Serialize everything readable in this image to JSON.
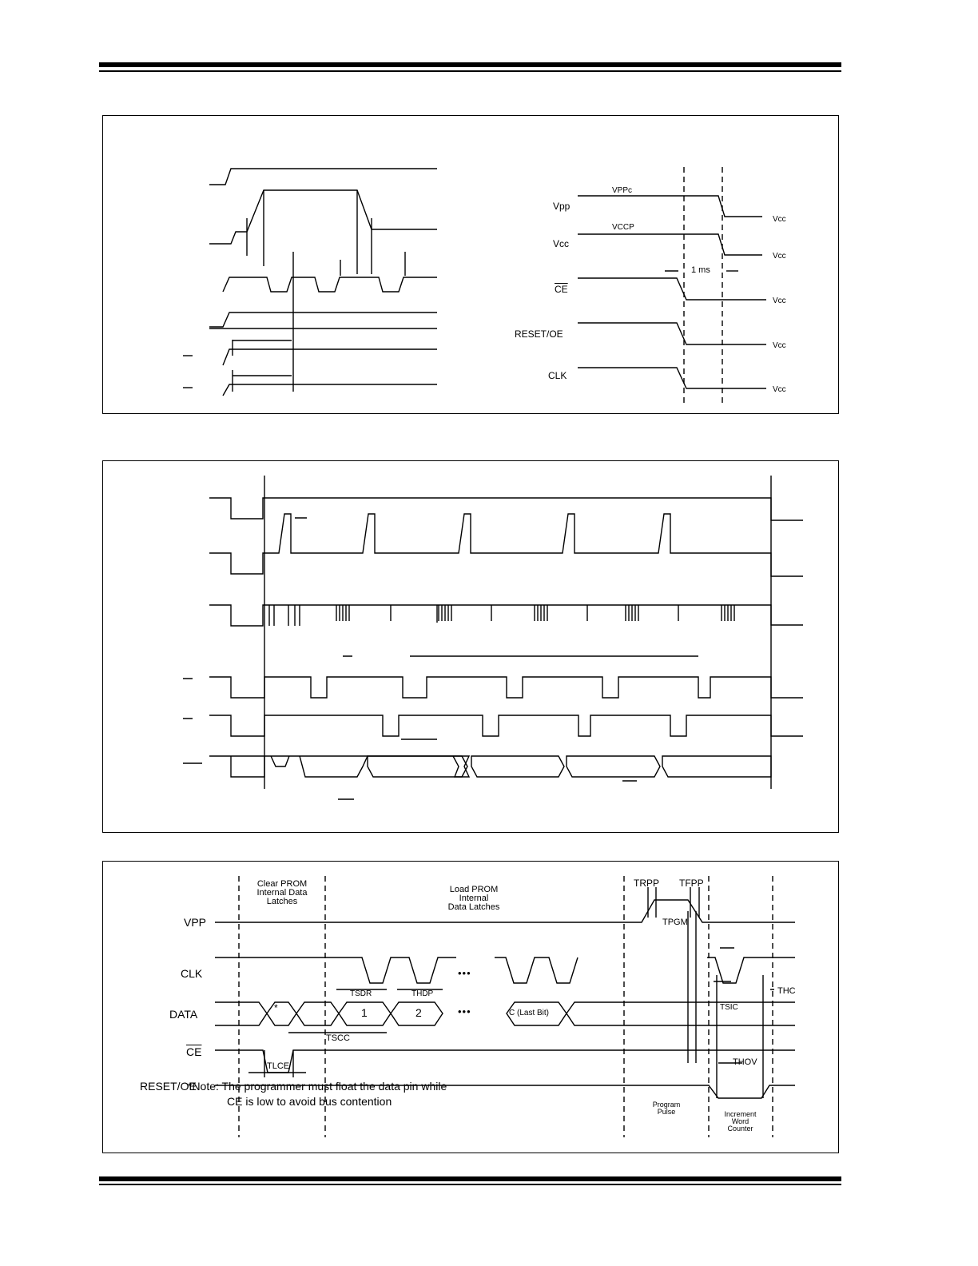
{
  "rules": {
    "top": "double",
    "bottom": "double"
  },
  "panel1": {
    "signals": [
      "Vpp",
      "Vcc",
      "CE",
      "RESET/OE",
      "CLK"
    ],
    "levels": {
      "vpp_high": "VPPc",
      "vcc_high": "VCCP",
      "low_level": "Vcc"
    },
    "delay_label": "1 ms"
  },
  "panel3": {
    "signals": [
      "VPP",
      "CLK",
      "DATA",
      "CE",
      "RESET/OE"
    ],
    "phases": {
      "clear": [
        "Clear PROM",
        "Internal Data",
        "Latches"
      ],
      "load": [
        "Load PROM",
        "Internal",
        "Data Latches"
      ],
      "program": [
        "Program",
        "Pulse"
      ],
      "increment": [
        "Increment",
        "Word",
        "Counter"
      ]
    },
    "timing_labels": {
      "trpp": "TRPP",
      "tfpp": "TFPP",
      "tpgm": "TPGM",
      "tsdr": "TSDR",
      "thdp": "THDP",
      "tscc": "TSCC",
      "tlce": "TLCE",
      "tsic": "TSIC",
      "thc": "THC",
      "thov": "THOV"
    },
    "data_cells": [
      "*",
      "1",
      "2",
      "C (Last Bit)"
    ],
    "ellipsis": "•••",
    "note": [
      "*Note: The programmer must float the data pin while",
      "CE is low to avoid bus contention"
    ]
  }
}
